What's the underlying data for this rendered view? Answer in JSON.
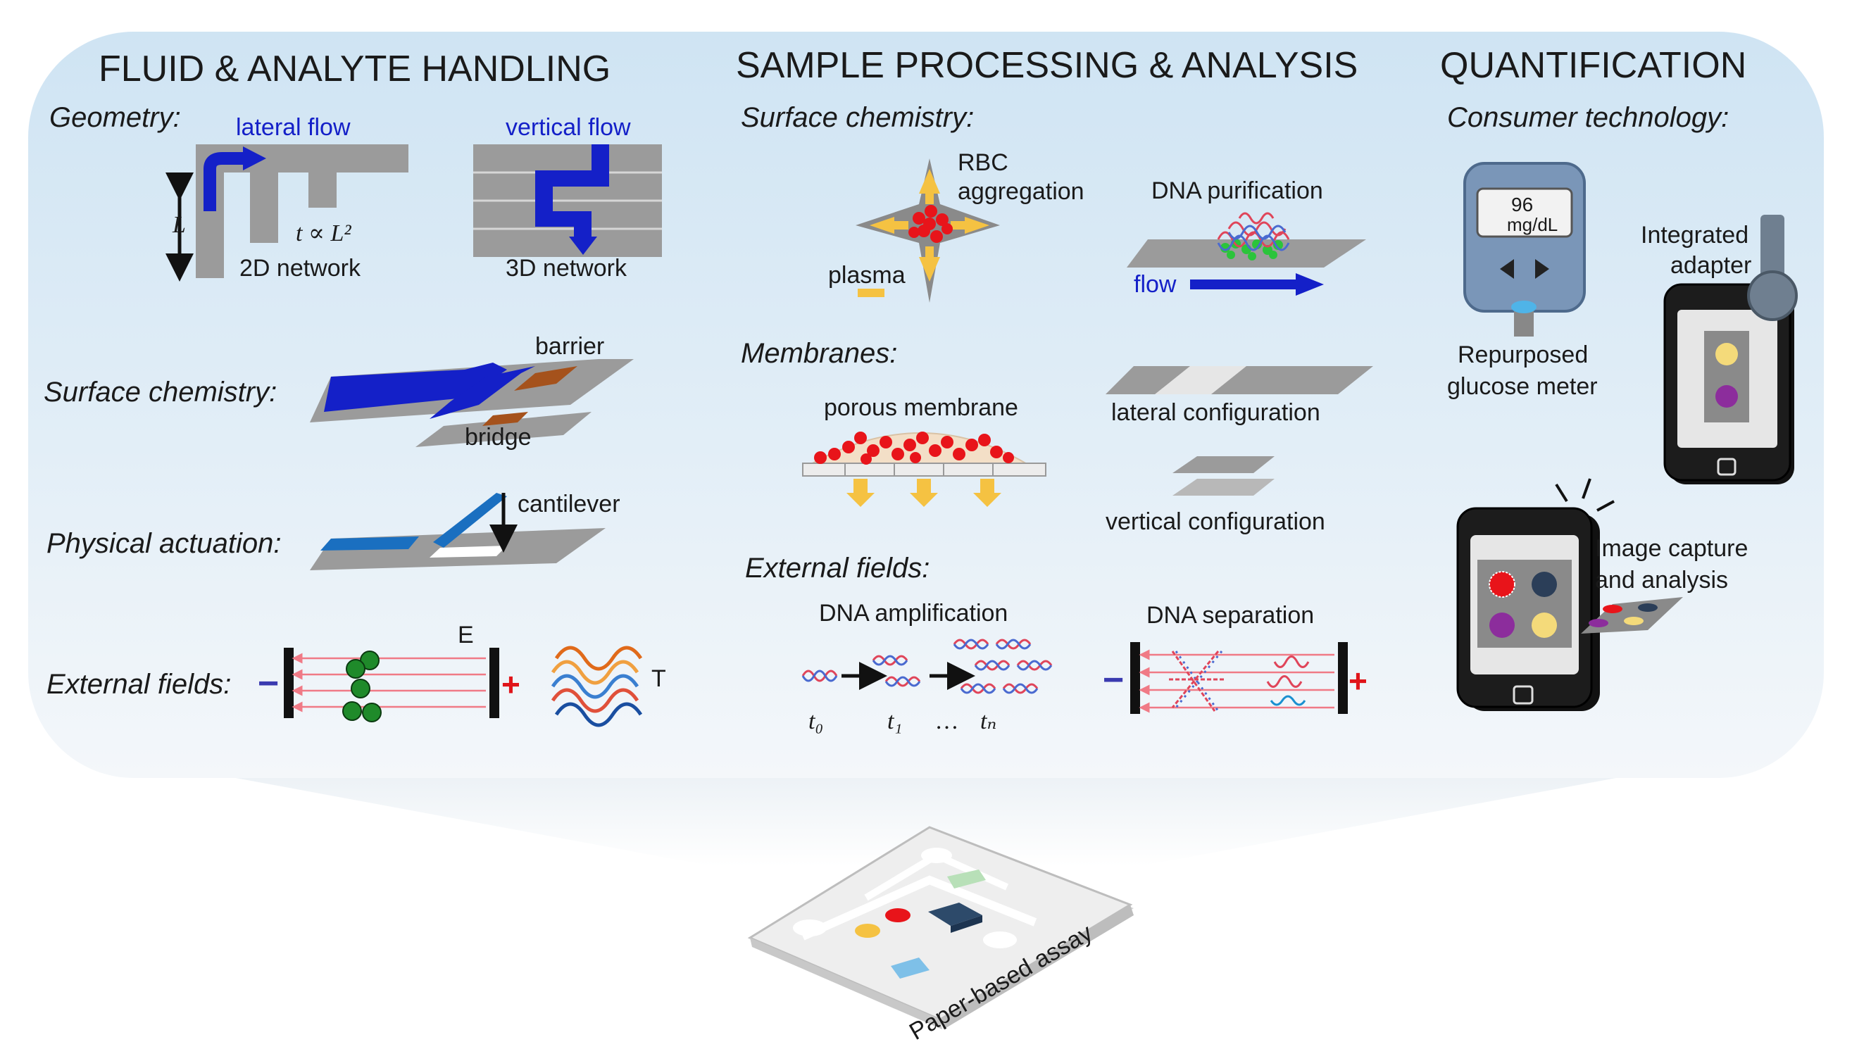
{
  "headers": {
    "fluid": "FLUID & ANALYTE HANDLING",
    "sample": "SAMPLE PROCESSING & ANALYSIS",
    "quant": "QUANTIFICATION"
  },
  "fluid": {
    "geometry": "Geometry:",
    "lateral_flow": "lateral flow",
    "vertical_flow": "vertical flow",
    "length_symbol": "L",
    "scaling": "t ∝ L²",
    "network_2d": "2D network",
    "network_3d": "3D network",
    "surface_chemistry": "Surface chemistry:",
    "barrier": "barrier",
    "bridge": "bridge",
    "physical_actuation": "Physical actuation:",
    "cantilever": "cantilever",
    "external_fields": "External fields:",
    "field_symbol": "E",
    "temperature_symbol": "T",
    "minus": "−",
    "plus": "+"
  },
  "sample": {
    "surface_chemistry": "Surface chemistry:",
    "rbc_line1": "RBC",
    "rbc_line2": "aggregation",
    "plasma": "plasma",
    "dna_purification": "DNA purification",
    "flow": "flow",
    "membranes": "Membranes:",
    "porous_membrane": "porous membrane",
    "lateral_configuration": "lateral configuration",
    "vertical_configuration": "vertical configuration",
    "external_fields": "External fields:",
    "dna_amplification": "DNA amplification",
    "dna_separation": "DNA separation",
    "t0": "t₀",
    "t1": "t₁",
    "ellipsis": "…",
    "tn": "tₙ",
    "minus": "−",
    "plus": "+"
  },
  "quant": {
    "consumer_technology": "Consumer technology:",
    "glucose_value": "96",
    "glucose_unit": "mg/dL",
    "glucose_line1": "Repurposed",
    "glucose_line2": "glucose meter",
    "adapter_line1": "Integrated",
    "adapter_line2": "adapter",
    "capture_line1": "Image capture",
    "capture_line2": "and analysis"
  },
  "assay": {
    "label": "Paper-based assay"
  },
  "colors": {
    "panel_top": "#cfe4f3",
    "panel_bottom": "#f4f7fa",
    "flow_blue": "#1420c8",
    "paper_grey": "#9b9b9b",
    "barrier_brown": "#a5521c",
    "rbc_red": "#e8141a",
    "arrow_yellow": "#f5c242",
    "dna_green": "#2bc43b",
    "plus_red": "#e0141a",
    "minus_blue": "#3a3ab0"
  }
}
